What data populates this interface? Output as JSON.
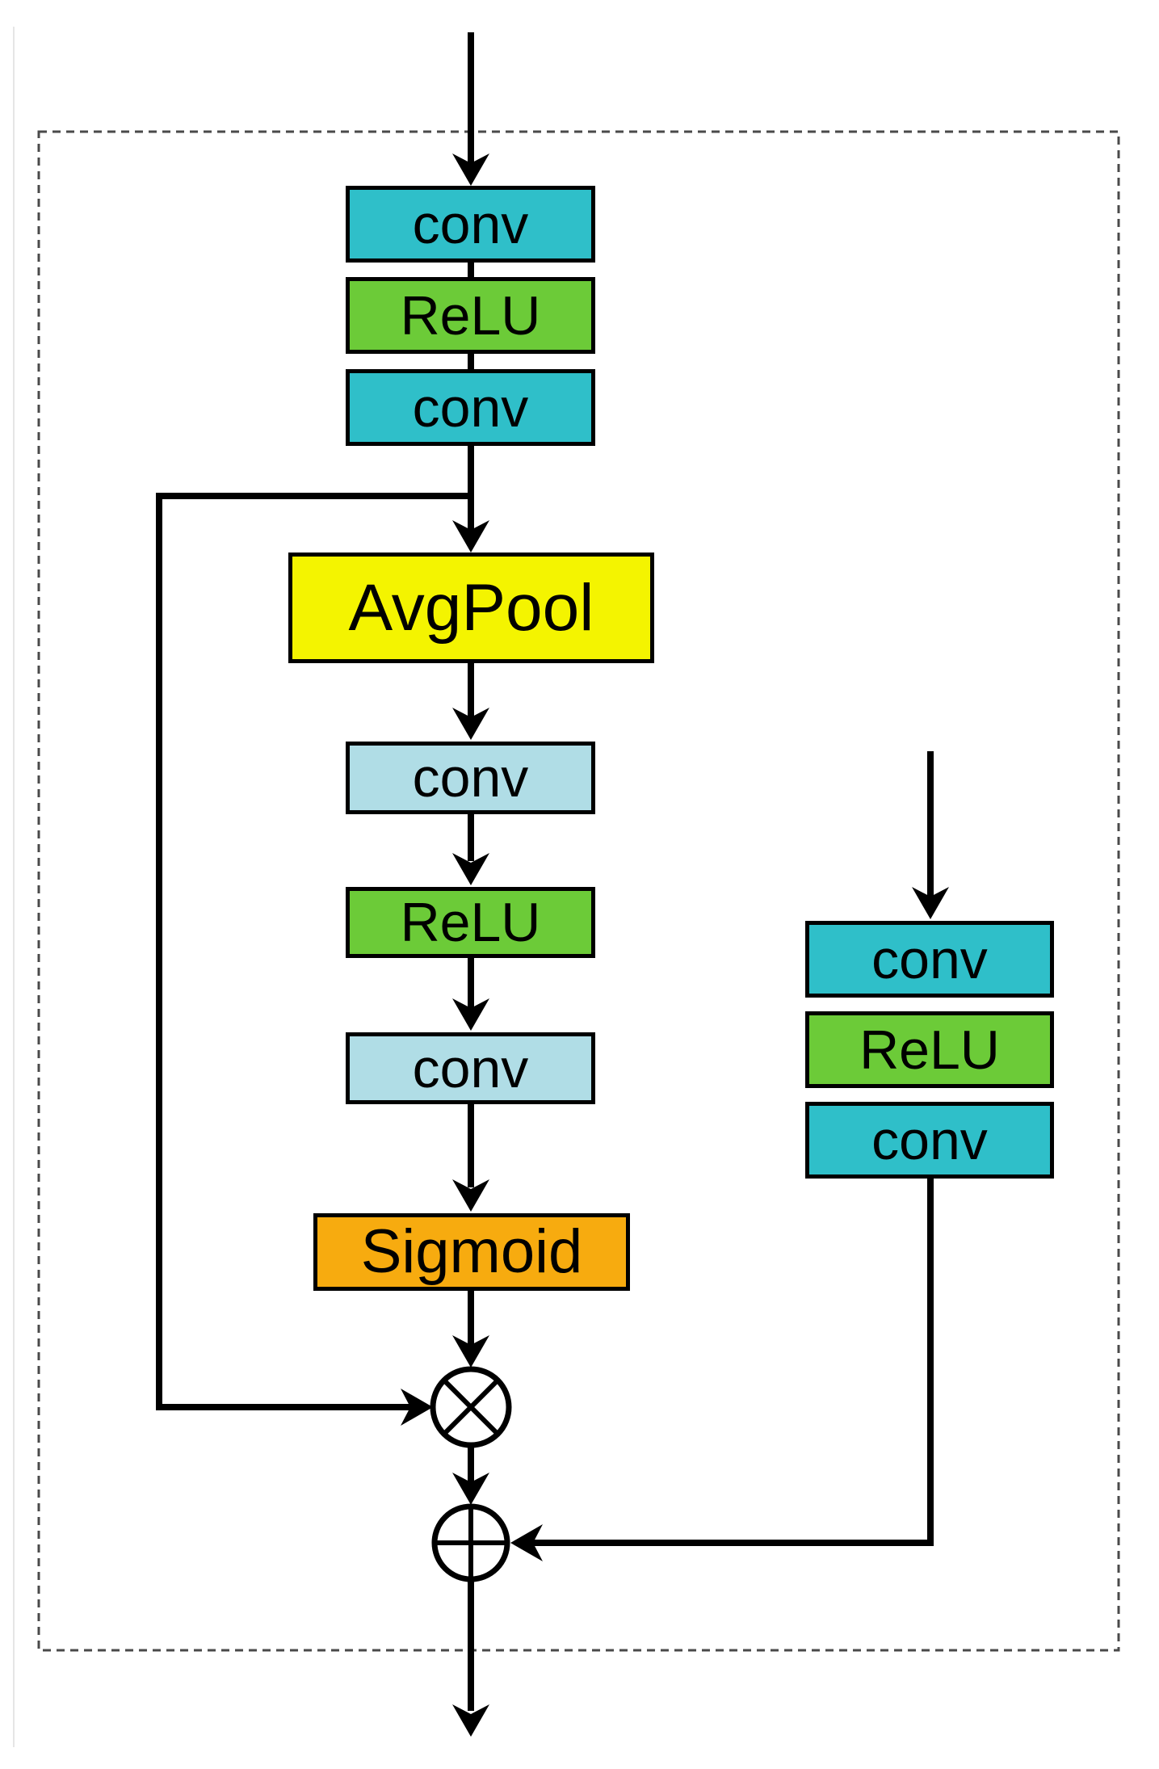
{
  "colors": {
    "background": "#FFFFFF",
    "line": "#000000",
    "dashed_border": "#4A4A4A",
    "teal": "#2FBFC9",
    "green": "#6CCB38",
    "yellow": "#F4F400",
    "light_blue": "#B0DDE6",
    "orange": "#F7AB0F"
  },
  "blocks": {
    "pre": [
      {
        "label": "conv",
        "color": "#2FBFC9"
      },
      {
        "label": "ReLU",
        "color": "#6CCB38"
      },
      {
        "label": "conv",
        "color": "#2FBFC9"
      }
    ],
    "attention": [
      {
        "label": "AvgPool",
        "color": "#F4F400"
      },
      {
        "label": "conv",
        "color": "#B0DDE6"
      },
      {
        "label": "ReLU",
        "color": "#6CCB38"
      },
      {
        "label": "conv",
        "color": "#B0DDE6"
      },
      {
        "label": "Sigmoid",
        "color": "#F7AB0F"
      }
    ],
    "side": [
      {
        "label": "conv",
        "color": "#2FBFC9"
      },
      {
        "label": "ReLU",
        "color": "#6CCB38"
      },
      {
        "label": "conv",
        "color": "#2FBFC9"
      }
    ]
  },
  "operators": {
    "multiply": "⊗",
    "add": "⊕"
  }
}
